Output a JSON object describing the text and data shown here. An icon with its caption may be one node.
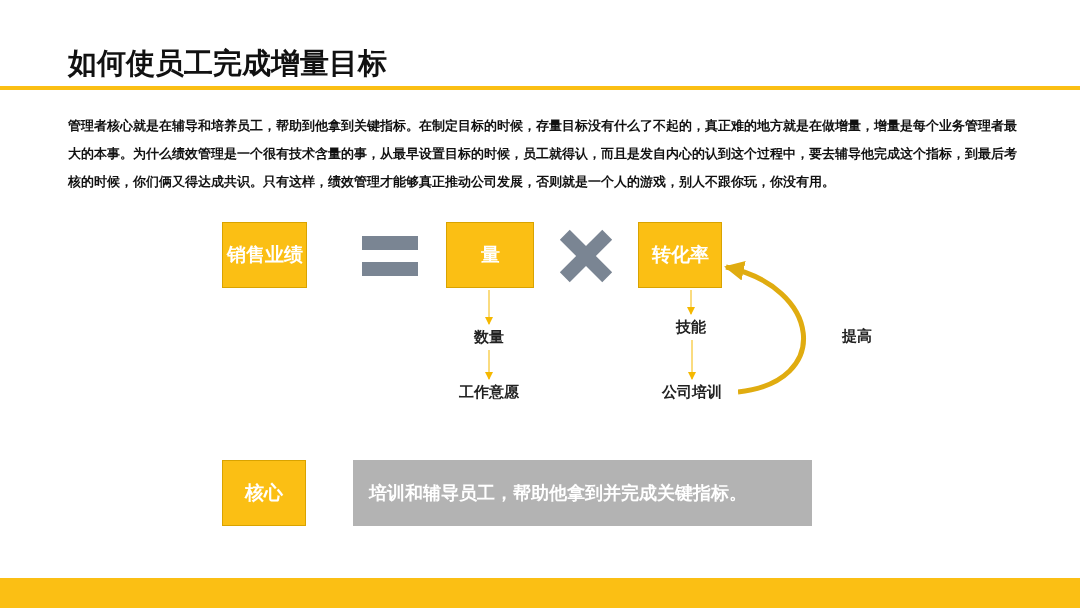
{
  "diagram": {
    "title": "如何使员工完成增量目标",
    "nodes": [
      {
        "text": [
          "销售业绩"
        ]
      },
      {
        "text": [
          "量"
        ]
      },
      {
        "text": [
          "转化率"
        ]
      },
      {
        "text": [
          "数量"
        ]
      },
      {
        "text": [
          "技能"
        ]
      },
      {
        "text": [
          "工作意愿"
        ]
      },
      {
        "text": [
          "公司培训"
        ]
      },
      {
        "text": [
          "核心"
        ]
      },
      {
        "text": [
          "培训和辅导员工，帮助他拿到并完成关键指标。"
        ]
      }
    ],
    "edges": [
      {
        "from": 1,
        "to": 3,
        "arrow": "to"
      },
      {
        "from": 3,
        "to": 5,
        "arrow": "to"
      },
      {
        "from": 2,
        "to": 4,
        "arrow": "to"
      },
      {
        "from": 4,
        "to": 6,
        "arrow": "to"
      },
      {
        "from": 6,
        "to": 2,
        "arrow": "to",
        "label": "提高",
        "style": "thick"
      }
    ],
    "labels": [
      "管理者核心就是在辅导和培养员工，帮助到他拿到关键指标。在制定目标的时候，存量目标没有什么了不起的，真正难的地方就是在做增量，增量是每个业务管理者最大的本事。为什么绩效管理是一个很有技术含量的事，从最早设置目标的时候，员工就得认，而且是发自内心的认到这个过程中，要去辅导他完成这个指标，到最后考核的时候，你们俩又得达成共识。只有这样，绩效管理才能够真正推动公司发展，否则就是一个人的游戏，别人不跟你玩，你没有用。"
    ]
  }
}
